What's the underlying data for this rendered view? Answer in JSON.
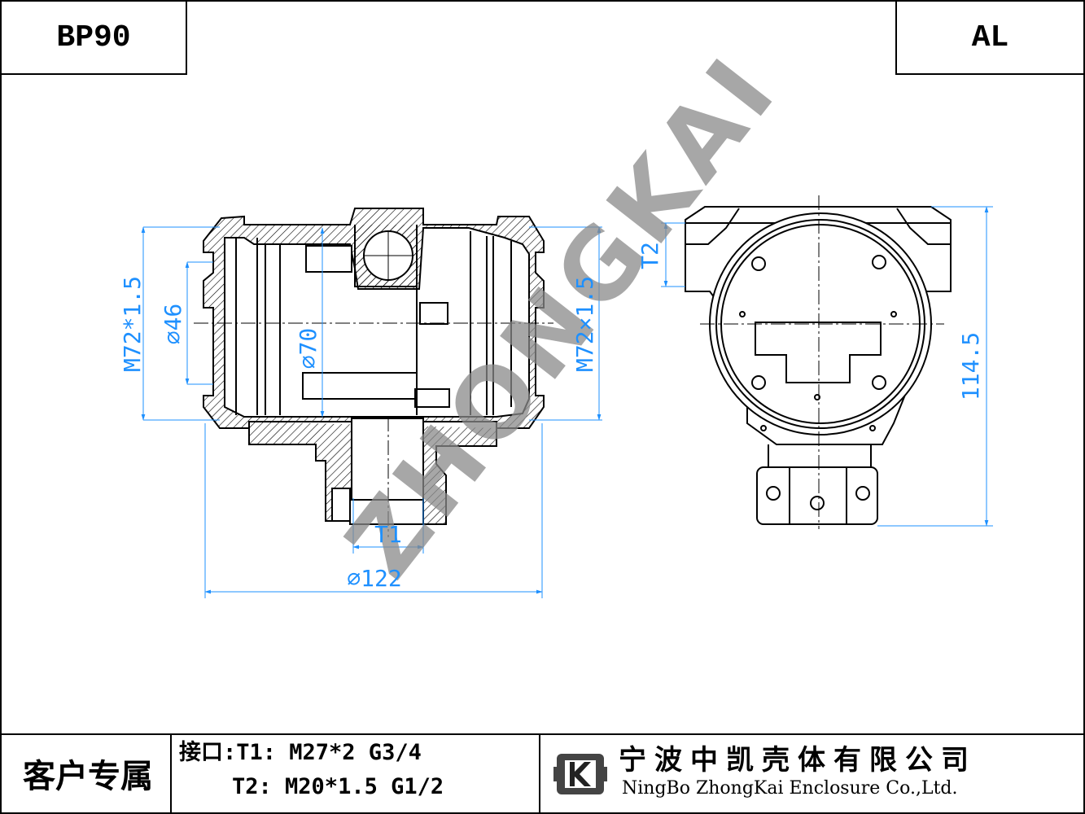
{
  "header": {
    "model": "BP90",
    "material": "AL"
  },
  "watermark": "ZHONGKAI",
  "dimensions": {
    "thread_left": "M72*1.5",
    "dia_46": "⌀46",
    "dia_70": "⌀70",
    "thread_right": "M72×1.5",
    "dia_122": "⌀122",
    "t1": "T1",
    "t2": "T2",
    "height": "114.5"
  },
  "footer": {
    "customer_label": "客户专属",
    "port_t1": "接口:T1: M27*2 G3/4",
    "port_t2": "    T2: M20*1.5 G1/2",
    "company_cn": "宁波中凯壳体有限公司",
    "company_en": "NingBo ZhongKai Enclosure Co.,Ltd."
  },
  "colors": {
    "dimension": "#1e90ff",
    "line": "#000000",
    "hatch": "#000000",
    "watermark": "#8a8a8a"
  }
}
